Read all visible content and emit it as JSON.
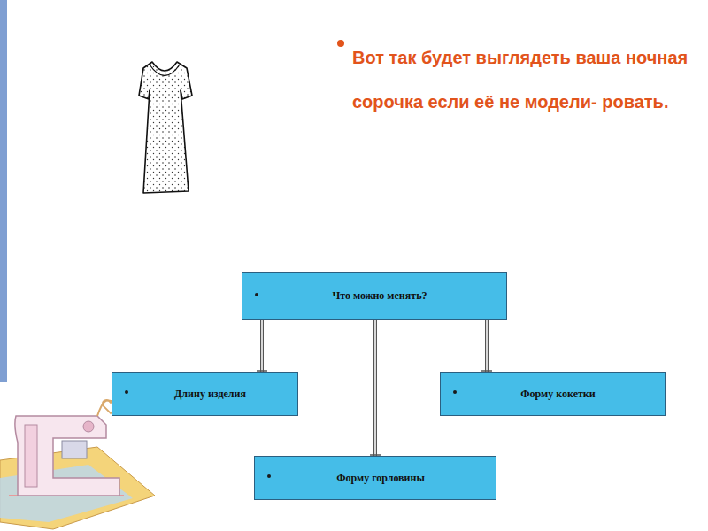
{
  "diagram": {
    "title": "Вот так будет выглядеть ваша ночная сорочка если её не модели- ровать.",
    "nodes": [
      {
        "text": [
          "Что можно менять?"
        ]
      },
      {
        "text": [
          "Длину изделия"
        ]
      },
      {
        "text": [
          "Форму кокетки"
        ]
      },
      {
        "text": [
          "Форму горловины"
        ]
      }
    ],
    "edges": [
      {
        "from": 0,
        "to": 1,
        "arrow": "none"
      },
      {
        "from": 0,
        "to": 2,
        "arrow": "none"
      },
      {
        "from": 0,
        "to": 3,
        "arrow": "none"
      }
    ]
  }
}
